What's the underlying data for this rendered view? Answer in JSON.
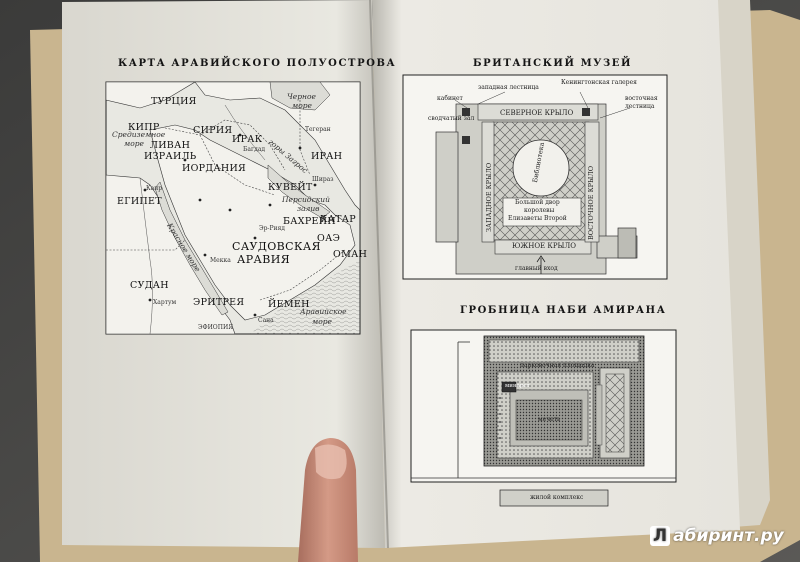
{
  "left_page": {
    "title": "КАРТА АРАВИЙСКОГО ПОЛУОСТРОВА",
    "map_labels": {
      "turkey": "ТУРЦИЯ",
      "cyprus": "КИПР",
      "syria": "СИРИЯ",
      "iraq": "ИРАК",
      "iran": "ИРАН",
      "lebanon": "ЛИВАН",
      "israel": "ИЗРАИЛЬ",
      "jordan": "ИОРДАНИЯ",
      "egypt": "ЕГИПЕТ",
      "kuwait": "КУВЕЙТ",
      "bahrain": "БАХРЕЙН",
      "qatar": "КАТАР",
      "uae": "ОАЭ",
      "oman": "ОМАН",
      "saudi": "САУДОВСКАЯ",
      "arabia": "АРАВИЯ",
      "sudan": "СУДАН",
      "eritrea": "ЭРИТРЕЯ",
      "yemen": "ЙЕМЕН",
      "ethiopia": "ЭФИОПИЯ",
      "med_sea_1": "Средиземное",
      "med_sea_2": "море",
      "black_sea_1": "Черное",
      "black_sea_2": "море",
      "red_sea": "Красное море",
      "arabian_sea_1": "Аравийское",
      "arabian_sea_2": "море",
      "persian_gulf_1": "Персидский",
      "persian_gulf_2": "залив",
      "zagros": "горы Загрос",
      "tehran": "Тегеран",
      "shiraz": "Шираз",
      "baghdad": "Багдад",
      "riyadh": "Эр-Рияд",
      "mecca": "Мекка",
      "sanaa": "Сана",
      "khartoum": "Хартум",
      "cairo": "Каир"
    }
  },
  "right_page": {
    "museum_title": "БРИТАНСКИЙ МУЗЕЙ",
    "museum_labels": {
      "west_stairs": "западная лестница",
      "king_gallery": "Кенингтонская галерея",
      "cabinet": "кабинет",
      "vaults": "сводчатый зал",
      "north_wing": "СЕВЕРНОЕ КРЫЛО",
      "east_stairs_1": "восточная",
      "east_stairs_2": "лестница",
      "library": "Библиотека",
      "west_wing": "ЗАПАДНОЕ КРЫЛО",
      "east_wing": "ВОСТОЧНОЕ КРЫЛО",
      "great_court_1": "Большой двор",
      "great_court_2": "королевы",
      "great_court_3": "Елизаветы Второй",
      "south_wing": "ЮЖНОЕ КРЫЛО",
      "main_entrance": "главный вход"
    },
    "tomb_title": "ГРОБНИЦА НАБИ АМИРАНА",
    "tomb_labels": {
      "parking": "парковочная площадка",
      "minaret": "минарет",
      "yard": "мечеть",
      "complex": "жилой комплекс"
    }
  },
  "watermark": {
    "badge": "Л",
    "text": "абиринт.ру"
  },
  "colors": {
    "page": "#ecebe4",
    "page_right": "#f2f1ec",
    "ink": "#1a1a1a",
    "water": "#e8e8e3",
    "land": "#f4f3ee"
  }
}
